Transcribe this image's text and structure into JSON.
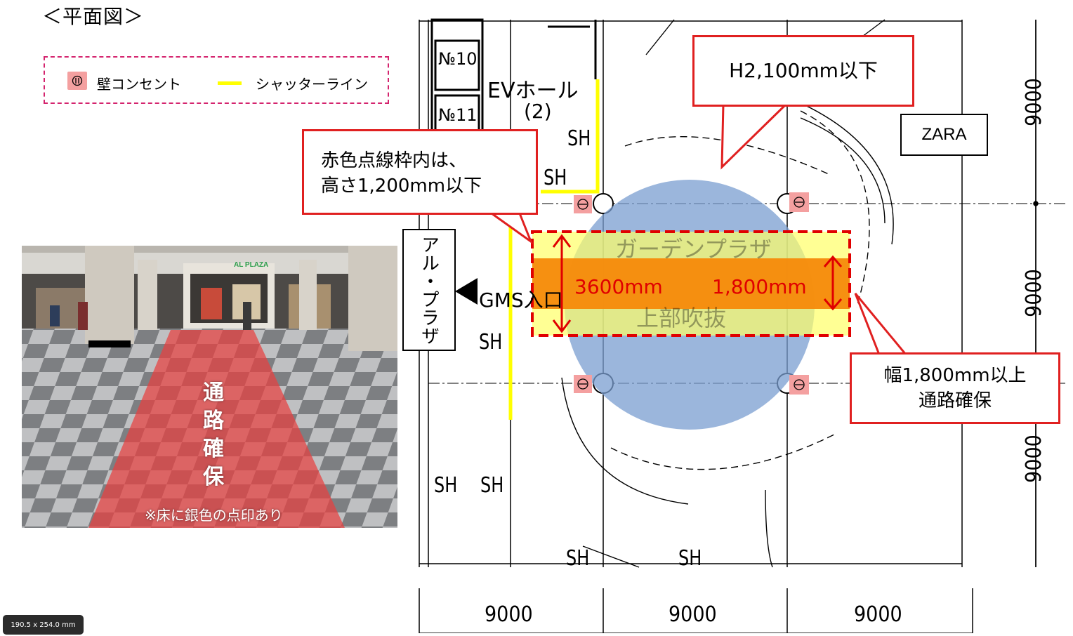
{
  "title": "＜平面図＞",
  "legend": {
    "outlet_label": "壁コンセント",
    "shutter_label": "シャッターライン"
  },
  "photo": {
    "sign": "AL PLAZA",
    "aisle_label": [
      "通",
      "路",
      "確",
      "保"
    ],
    "note": "※床に銀色の点印あり"
  },
  "plan": {
    "ev_hall": "EVホール",
    "ev_hall_sub": "(2)",
    "elevators": [
      "№10",
      "№11"
    ],
    "al_plaza": "アル・プラザ",
    "gms_entrance": "GMS入口",
    "garden_plaza": "ガーデンプラザ",
    "upper_open": "上部吹抜",
    "zara": "ZARA",
    "sh_labels": [
      "SH",
      "SH",
      "SH",
      "SH",
      "SH",
      "SH",
      "SH"
    ],
    "dims_bottom": [
      "9000",
      "9000",
      "9000"
    ],
    "dims_right": [
      "9000",
      "9000",
      "9000"
    ],
    "zone_length": "3600mm",
    "zone_width": "1,800mm"
  },
  "callouts": {
    "height_limit": "H2,100mm以下",
    "red_frame_line1": "赤色点線枠内は、",
    "red_frame_line2": "高さ1,200mm以下",
    "width_line1": "幅1,800mm以上",
    "width_line2": "通路確保"
  },
  "colors": {
    "callout_border": "#e02020",
    "legend_border": "#d4246e",
    "shutter_line": "#ffff00",
    "circle": "#7a9ed0",
    "orange_band": "#f58a0a",
    "yellow_zone": "#ffff80"
  },
  "status": {
    "page_size": "190.5 x 254.0 mm"
  }
}
